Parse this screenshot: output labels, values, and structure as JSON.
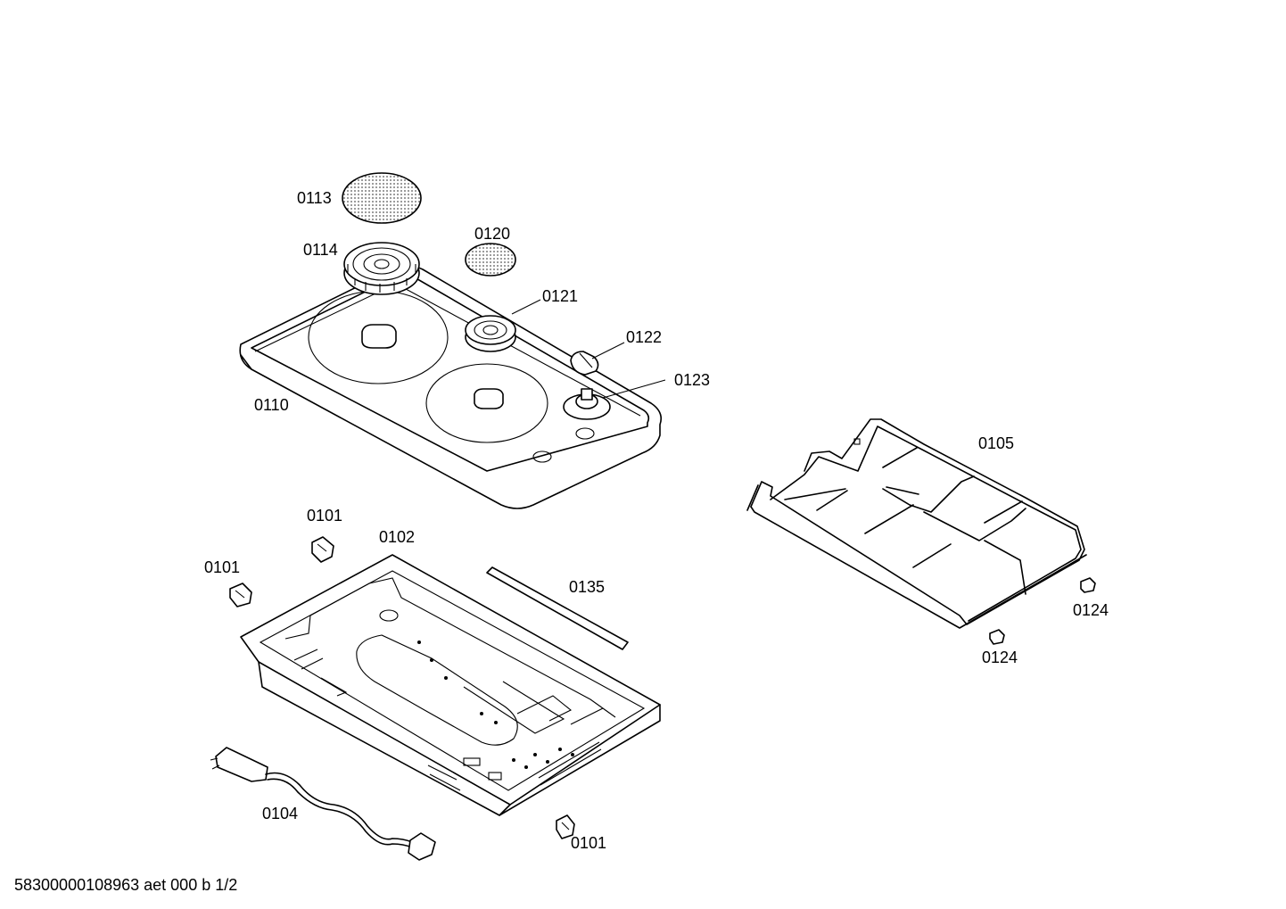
{
  "labels": {
    "p0113": "0113",
    "p0114": "0114",
    "p0120": "0120",
    "p0121": "0121",
    "p0122": "0122",
    "p0123": "0123",
    "p0110": "0110",
    "p0105": "0105",
    "p0124a": "0124",
    "p0124b": "0124",
    "p0101a": "0101",
    "p0101b": "0101",
    "p0101c": "0101",
    "p0102": "0102",
    "p0135": "0135",
    "p0104": "0104"
  },
  "footer": {
    "doc_id": "58300000108963 aet 000 b 1/2"
  },
  "colors": {
    "line": "#000000",
    "background": "#ffffff",
    "mesh": "#d8d8d8"
  }
}
